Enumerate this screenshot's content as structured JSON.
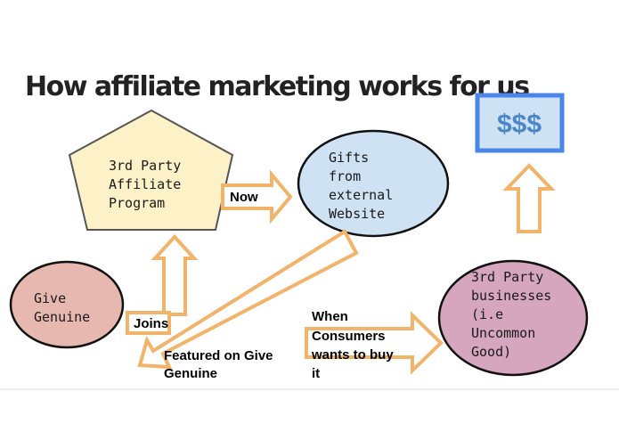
{
  "title": "How affiliate marketing works for us",
  "colors": {
    "arrow_stroke": "#f2b36b",
    "pentagon_fill": "#fdf1c8",
    "gifts_fill": "#cfe2f3",
    "give_genuine_fill": "#e6b8af",
    "businesses_fill": "#d5a6bd",
    "money_fill": "#cfe2f3",
    "money_border": "#4a86e8"
  },
  "nodes": {
    "affiliate_program": [
      "3rd Party",
      "Affiliate",
      "Program"
    ],
    "gifts_website": [
      "Gifts",
      "from",
      "external",
      "Website"
    ],
    "give_genuine": [
      "Give",
      "Genuine"
    ],
    "businesses": [
      "3rd Party",
      "businesses",
      "(i.e",
      "Uncommon",
      "Good)"
    ],
    "money": "$$$"
  },
  "labels": {
    "now": "Now",
    "joins": "Joins",
    "featured": [
      "Featured on Give",
      "Genuine"
    ],
    "consumers": [
      "When",
      "Consumers",
      "wants to buy",
      "it"
    ]
  }
}
